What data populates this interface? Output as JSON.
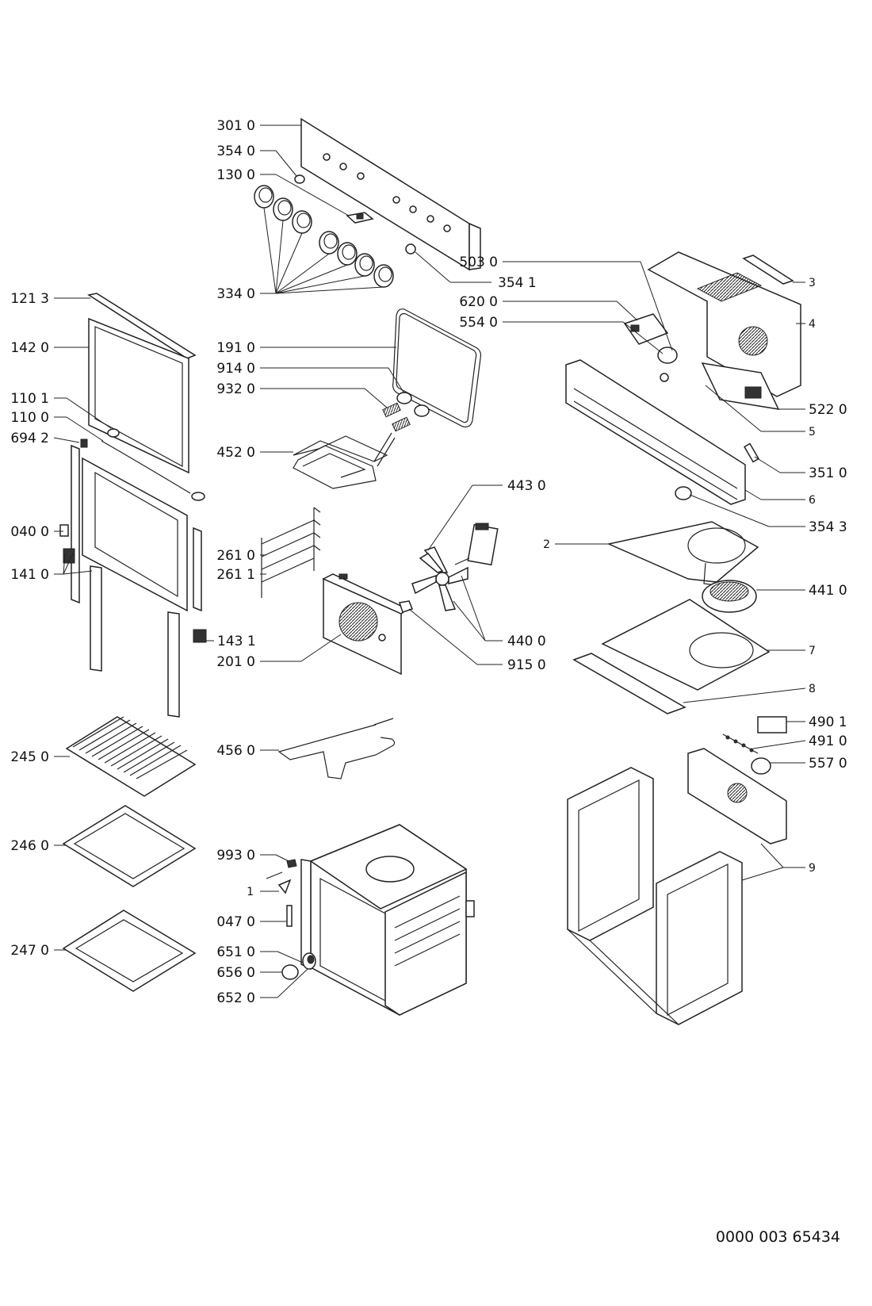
{
  "labels": {
    "p3010": "301 0",
    "p3540": "354 0",
    "p1300": "130 0",
    "p3340": "334 0",
    "p3541": "354 1",
    "p1213": "121 3",
    "p1420": "142 0",
    "p1101": "110 1",
    "p1100": "110 0",
    "p6942": "694 2",
    "p0400": "040 0",
    "p1410": "141 0",
    "p1431": "143 1",
    "p1910": "191 0",
    "p9140": "914 0",
    "p9320": "932 0",
    "p4520": "452 0",
    "p2610": "261 0",
    "p2611": "261 1",
    "p2010": "201 0",
    "p4430": "443 0",
    "p4400": "440 0",
    "p9150": "915 0",
    "p5030": "503 0",
    "p6200": "620 0",
    "p5540": "554 0",
    "n3": "3",
    "n4": "4",
    "p5220": "522 0",
    "n5": "5",
    "p3510": "351 0",
    "n6": "6",
    "p3543": "354 3",
    "n2": "2",
    "p4410": "441 0",
    "n7": "7",
    "n8": "8",
    "p4901": "490 1",
    "p4910": "491 0",
    "p5570": "557 0",
    "n9": "9",
    "p2450": "245 0",
    "p2460": "246 0",
    "p2470": "247 0",
    "p4560": "456 0",
    "p9930": "993 0",
    "n1": "1",
    "p0470": "047 0",
    "p6510": "651 0",
    "p6560": "656 0",
    "p6520": "652 0"
  },
  "document_code": "0000 003 65434"
}
